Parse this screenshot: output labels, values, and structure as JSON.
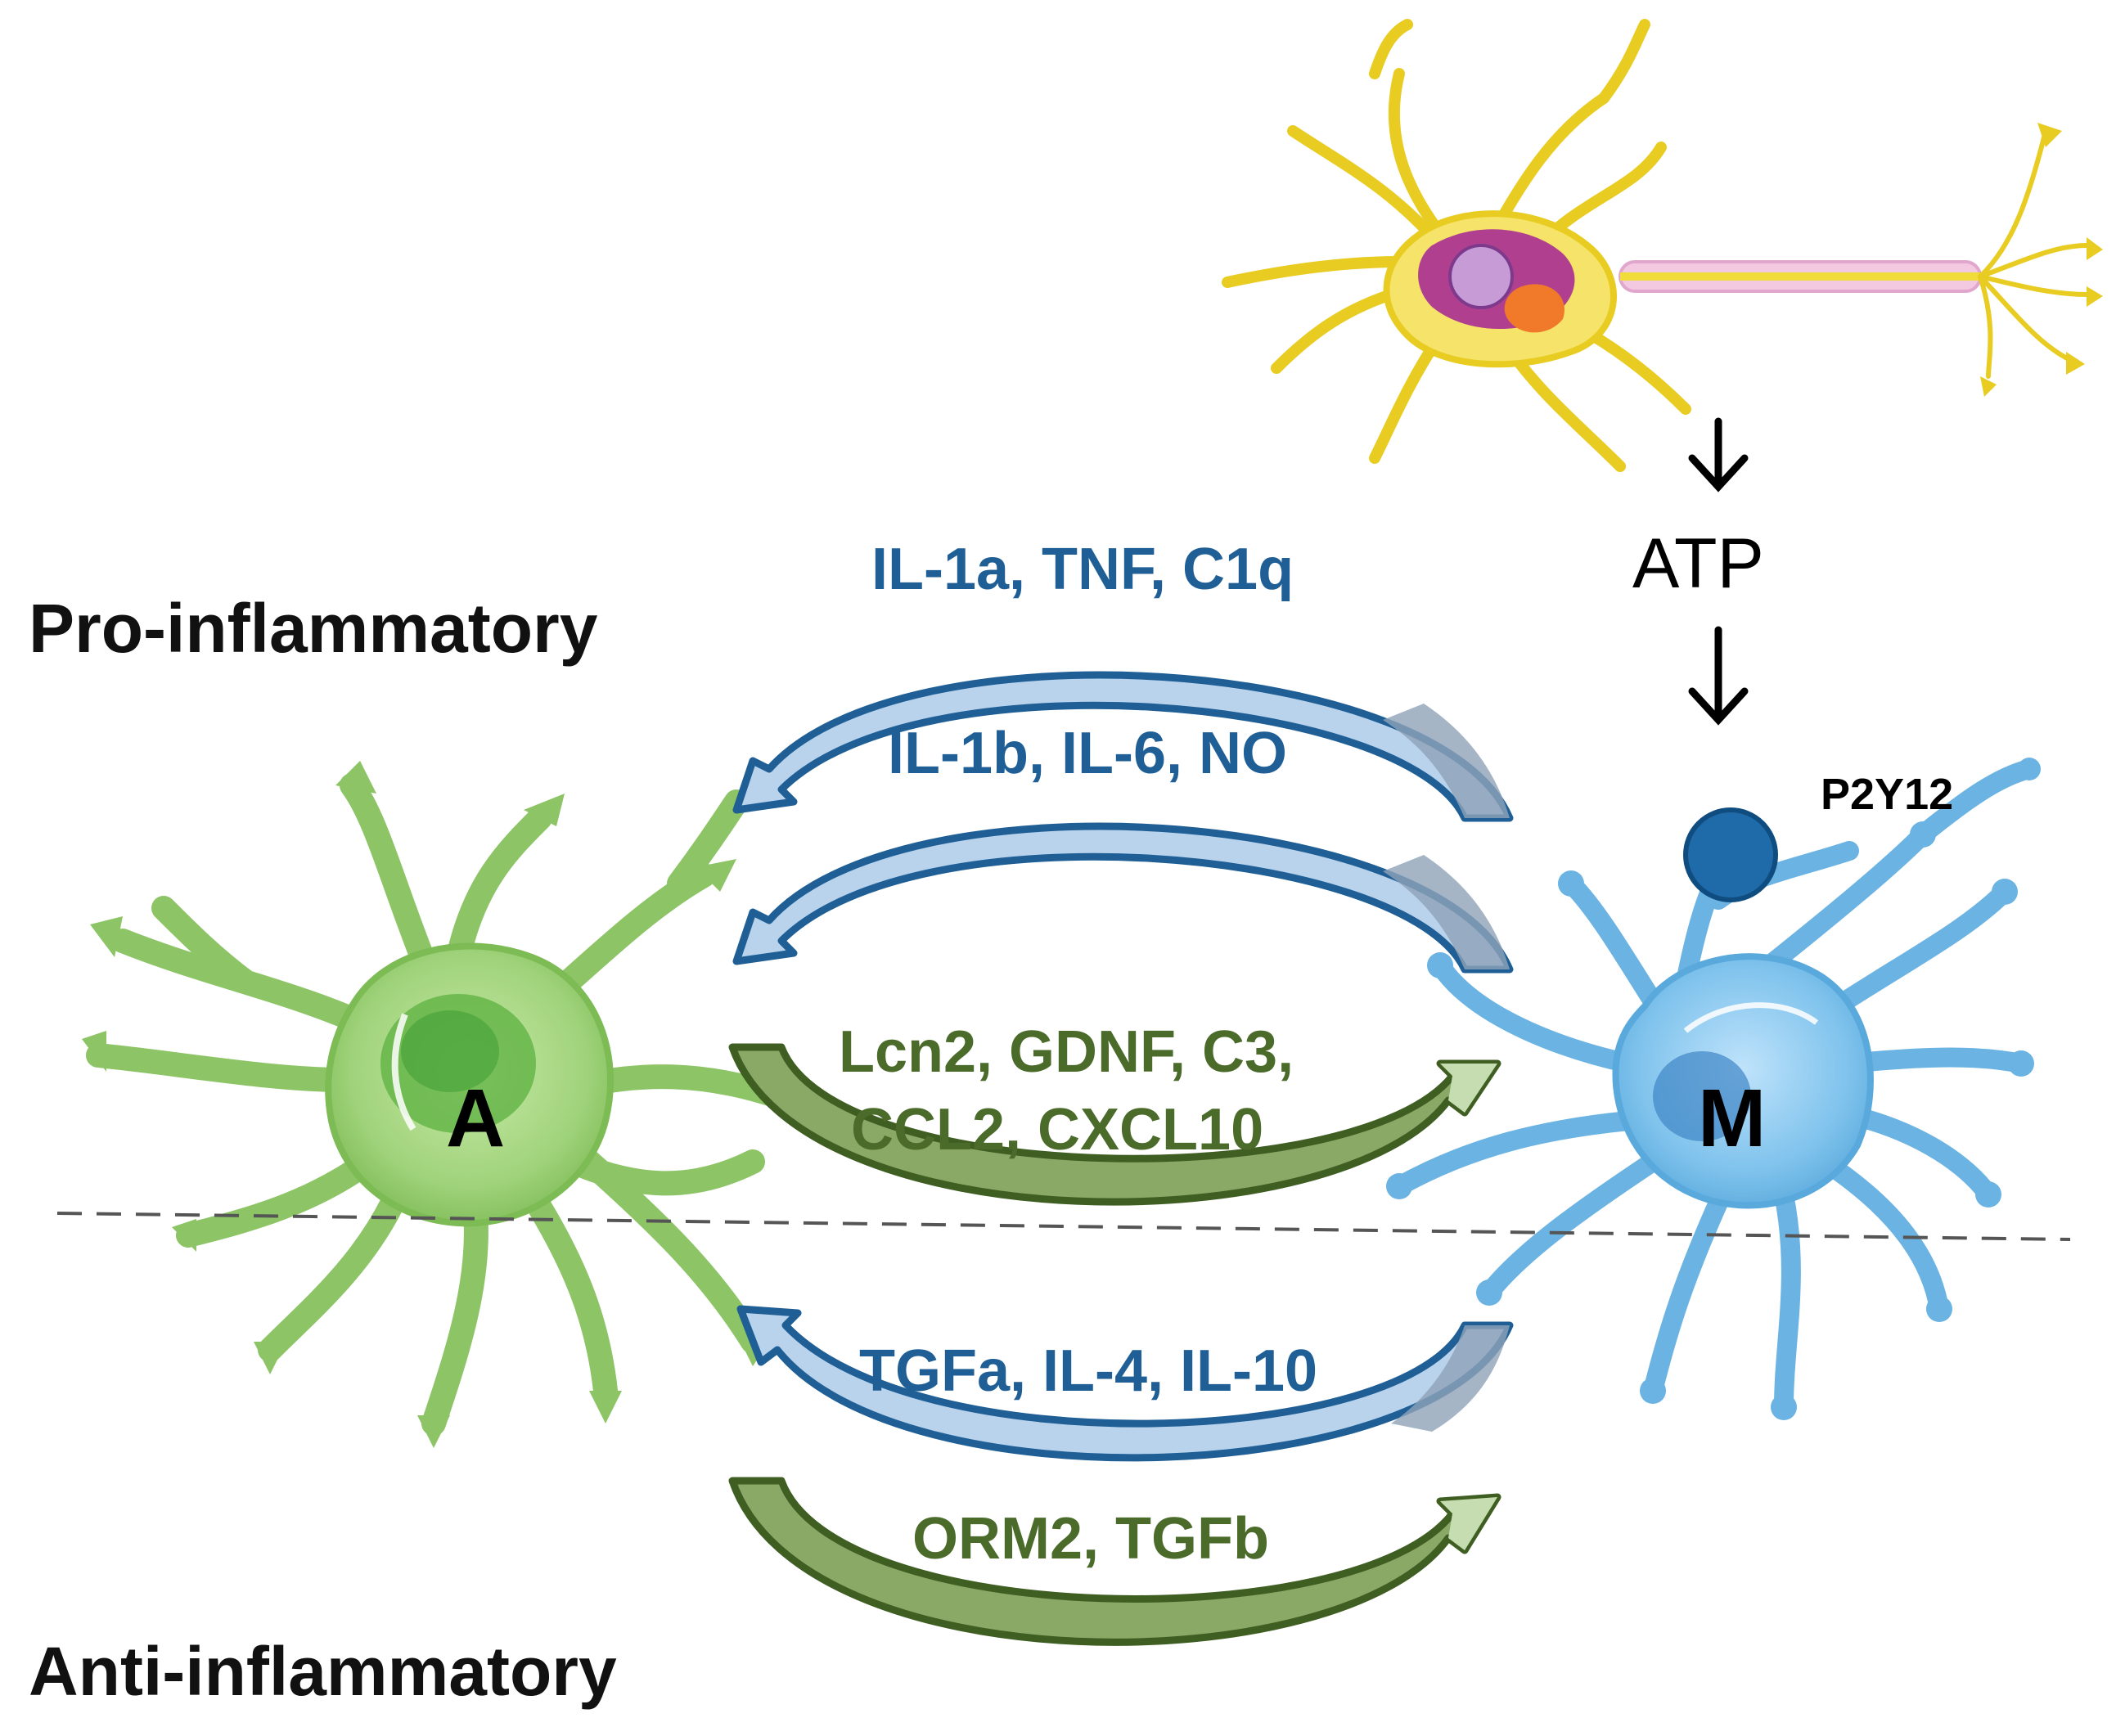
{
  "labels": {
    "pro": "Pro-inflammatory",
    "anti": "Anti-inflammatory",
    "astrocyte": "A",
    "microglia": "M",
    "atp": "ATP",
    "receptor": "P2Y12"
  },
  "signals": {
    "m_to_a_pro_1": "IL-1a, TNF, C1q",
    "m_to_a_pro_2": "IL-1b, IL-6, NO",
    "a_to_m_pro_1": "Lcn2, GDNF, C3,",
    "a_to_m_pro_2": "CCL2, CXCL10",
    "m_to_a_anti": "TGFa, IL-4, IL-10",
    "a_to_m_anti": "ORM2, TGFb"
  },
  "colors": {
    "blue_text": "#1f5f96",
    "green_text": "#4b6b2a",
    "blue_arrow_fill": "#b9d3ec",
    "blue_arrow_dark": "#8ea3b8",
    "blue_arrow_stroke": "#1f5f96",
    "green_arrow_fill": "#8aa866",
    "green_arrow_light": "#c5ddb0",
    "green_arrow_stroke": "#3f5e22",
    "astrocyte": "#9fd27a",
    "microglia": "#73b9e6",
    "neuron": "#f4e04d"
  }
}
